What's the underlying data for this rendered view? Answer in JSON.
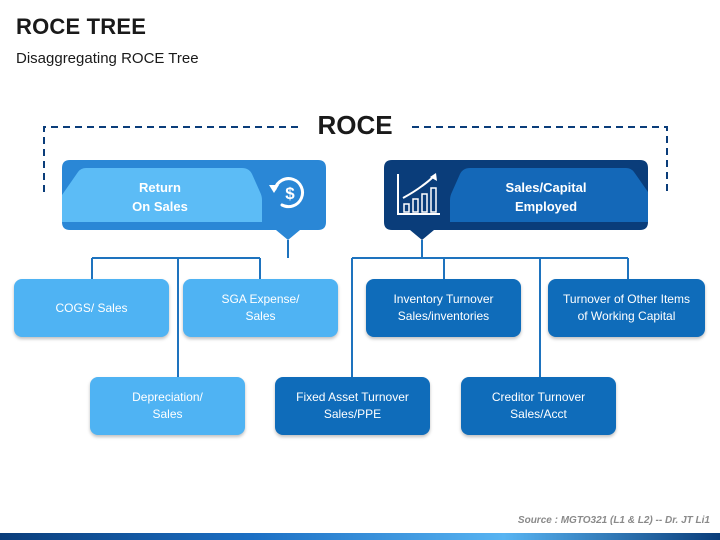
{
  "header": {
    "title": "ROCE TREE",
    "subtitle": "Disaggregating ROCE Tree"
  },
  "root": {
    "label": "ROCE"
  },
  "categories": {
    "left": {
      "label_line1": "Return",
      "label_line2": "On Sales",
      "icon": "dollar-refresh-icon"
    },
    "right": {
      "label_line1": "Sales/Capital",
      "label_line2": "Employed",
      "icon": "growth-chart-icon"
    }
  },
  "nodes": {
    "cogs": {
      "line1": "COGS/ Sales",
      "line2": ""
    },
    "sga": {
      "line1": "SGA Expense/",
      "line2": "Sales"
    },
    "depreciation": {
      "line1": "Depreciation/",
      "line2": "Sales"
    },
    "inventory": {
      "line1": "Inventory Turnover",
      "line2": "Sales/inventories"
    },
    "other_items": {
      "line1": "Turnover of Other Items",
      "line2": "of Working Capital"
    },
    "fixed_asset": {
      "line1": "Fixed Asset Turnover",
      "line2": "Sales/PPE"
    },
    "creditor": {
      "line1": "Creditor Turnover",
      "line2": "Sales/Acct"
    }
  },
  "footer": {
    "source": "Source : MGTO321 (L1 & L2) -- Dr. JT Li1"
  },
  "colors": {
    "light_blue": "#4fb3f3",
    "dark_blue": "#0f6cba",
    "navy": "#0a3d7a",
    "connector": "#1e73be"
  }
}
